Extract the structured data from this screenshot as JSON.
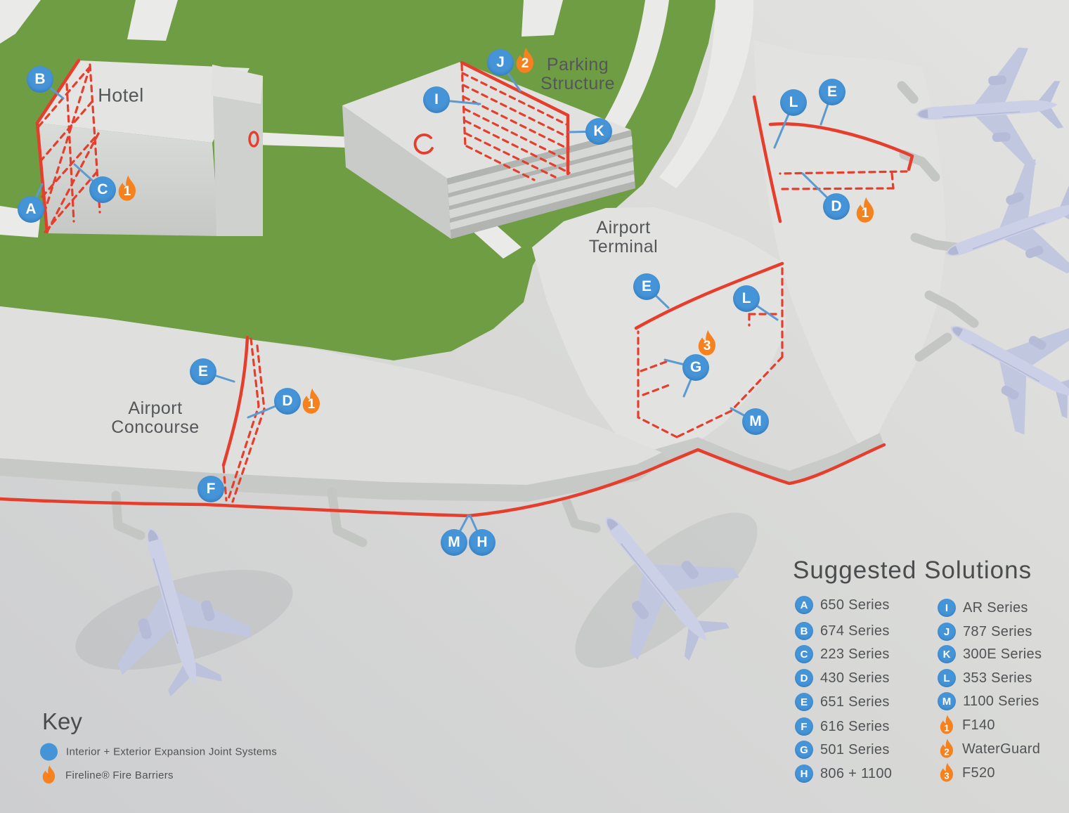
{
  "colors": {
    "joint_red": "#e63e2d",
    "marker_blue": "#4594d8",
    "fire_orange": "#f5821f",
    "grass_green": "#6f9d44"
  },
  "scene": {
    "buildings": {
      "hotel": "Hotel",
      "parking": "Parking\nStructure",
      "terminal": "Airport\nTerminal",
      "concourse": "Airport\nConcourse"
    },
    "pins": [
      "B",
      "A",
      "C",
      "J",
      "I",
      "K",
      "L",
      "E",
      "D",
      "E",
      "L",
      "G",
      "M",
      "E",
      "D",
      "F",
      "M",
      "H"
    ],
    "flames": [
      "1",
      "2",
      "1",
      "3",
      "1"
    ]
  },
  "legend": {
    "title": "Suggested Solutions",
    "left": [
      {
        "code": "A",
        "label": "650 Series"
      },
      {
        "code": "B",
        "label": "674 Series"
      },
      {
        "code": "C",
        "label": "223 Series"
      },
      {
        "code": "D",
        "label": "430 Series"
      },
      {
        "code": "E",
        "label": "651 Series"
      },
      {
        "code": "F",
        "label": "616 Series"
      },
      {
        "code": "G",
        "label": "501 Series"
      },
      {
        "code": "H",
        "label": "806 + 1100"
      }
    ],
    "right": [
      {
        "code": "I",
        "label": "AR Series"
      },
      {
        "code": "J",
        "label": "787 Series"
      },
      {
        "code": "K",
        "label": "300E Series"
      },
      {
        "code": "L",
        "label": "353 Series"
      },
      {
        "code": "M",
        "label": "1100 Series"
      },
      {
        "code": "1",
        "label": "F140"
      },
      {
        "code": "2",
        "label": "WaterGuard"
      },
      {
        "code": "3",
        "label": "F520"
      }
    ]
  },
  "key": {
    "title": "Key",
    "items": [
      {
        "icon": "joint-dot",
        "label": "Interior + Exterior Expansion Joint Systems"
      },
      {
        "icon": "flame",
        "label": "Fireline® Fire Barriers"
      }
    ]
  }
}
